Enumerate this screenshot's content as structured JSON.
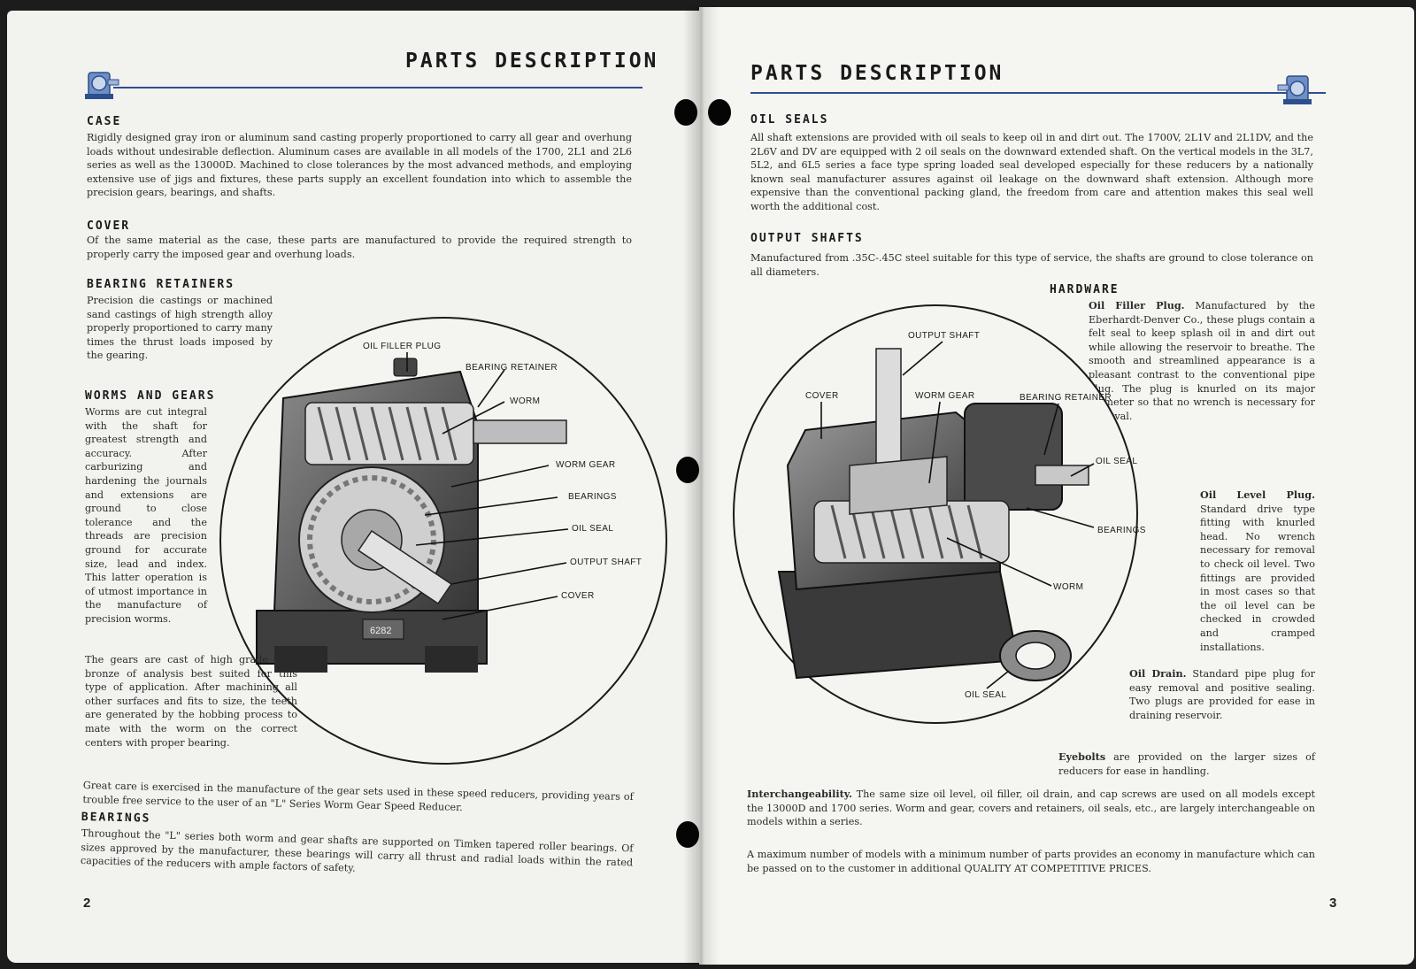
{
  "left_page": {
    "heading": "PARTS DESCRIPTION",
    "page_number": "2",
    "case": {
      "title": "CASE",
      "body": "Rigidly designed gray iron or aluminum sand casting properly proportioned to carry all gear and overhung loads without undesirable deflection. Aluminum cases are available in all models of the 1700, 2L1 and 2L6 series as well as the 13000D. Machined to close tolerances by the most advanced methods, and employing extensive use of jigs and fixtures, these parts supply an excellent foundation into which to assemble the precision gears, bearings, and shafts."
    },
    "cover": {
      "title": "COVER",
      "body": "Of the same material as the case, these parts are manufactured to provide the required strength to properly carry the imposed gear and overhung loads."
    },
    "bearing_retainers": {
      "title": "BEARING RETAINERS",
      "body": "Precision die castings or machined sand castings of high strength alloy properly proportioned to carry many times the thrust loads imposed by the gearing."
    },
    "worms_and_gears": {
      "title": "WORMS AND GEARS",
      "body1": "Worms are cut integral with the shaft for greatest strength and accuracy. After carburizing and hardening the journals and extensions are ground to close tolerance and the threads are precision ground for accurate size, lead and index. This latter operation is of utmost importance in the manufacture of precision worms.",
      "body2": "The gears are cast of high grade gear bronze of analysis best suited for this type of application. After machining all other surfaces and fits to size, the teeth are generated by the hobbing process to mate with the worm on the correct centers with proper bearing."
    },
    "great_care": "Great care is exercised in the manufacture of the gear sets used in these speed reducers, providing years of trouble free service to the user of an \"L\" Series Worm Gear Speed Reducer.",
    "bearings": {
      "title": "BEARINGS",
      "body": "Throughout the \"L\" series both worm and gear shafts are supported on Timken tapered roller bearings. Of sizes approved by the manufacturer, these bearings will carry all thrust and radial loads within the rated capacities of the reducers with ample factors of safety."
    },
    "diagram_labels": {
      "oil_filler_plug": "OIL FILLER PLUG",
      "bearing_retainer": "BEARING RETAINER",
      "worm": "WORM",
      "worm_gear": "WORM GEAR",
      "bearings": "BEARINGS",
      "oil_seal": "OIL SEAL",
      "output_shaft": "OUTPUT SHAFT",
      "cover": "COVER",
      "casting_number": "6282"
    }
  },
  "right_page": {
    "heading": "PARTS DESCRIPTION",
    "page_number": "3",
    "oil_seals": {
      "title": "OIL SEALS",
      "body": "All shaft extensions are provided with oil seals to keep oil in and dirt out. The 1700V, 2L1V and 2L1DV, and the 2L6V and DV are equipped with 2 oil seals on the downward extended shaft. On the vertical models in the 3L7, 5L2, and 6L5 series a face type spring loaded seal developed especially for these reducers by a nationally known seal manufacturer assures against oil leakage on the downward shaft extension. Although more expensive than the conventional packing gland, the freedom from care and attention makes this seal well worth the additional cost."
    },
    "output_shafts": {
      "title": "OUTPUT SHAFTS",
      "body": "Manufactured from .35C-.45C steel suitable for this type of service, the shafts are ground to close tolerance on all diameters."
    },
    "hardware": {
      "title": "HARDWARE",
      "oil_filler_plug_title": "Oil Filler Plug.",
      "oil_filler_plug_body": "Manufactured by the Eberhardt-Denver Co., these plugs contain a felt seal to keep splash oil in and dirt out while allowing the reservoir to breathe. The smooth and streamlined appearance is a pleasant contrast to the conventional pipe plug. The plug is knurled on its major diameter so that no wrench is necessary for removal.",
      "oil_level_plug_title": "Oil Level Plug.",
      "oil_level_plug_body": "Standard drive type fitting with knurled head. No wrench necessary for removal to check oil level. Two fittings are provided in most cases so that the oil level can be checked in crowded and cramped installations.",
      "oil_drain_title": "Oil Drain.",
      "oil_drain_body": "Standard pipe plug for easy removal and positive sealing. Two plugs are provided for ease in draining reservoir.",
      "eyebolts_title": "Eyebolts",
      "eyebolts_body": "are provided on the larger sizes of reducers for ease in handling."
    },
    "interchangeability_title": "Interchangeability.",
    "interchangeability_body": "The same size oil level, oil filler, oil drain, and cap screws are used on all models except the 13000D and 1700 series. Worm and gear, covers and retainers, oil seals, etc., are largely interchangeable on models within a series.",
    "closing": "A maximum number of models with a minimum number of parts provides an economy in manufacture which can be passed on to the customer in additional QUALITY AT COMPETITIVE PRICES.",
    "diagram_labels": {
      "output_shaft": "OUTPUT SHAFT",
      "cover": "COVER",
      "worm_gear": "WORM GEAR",
      "bearing_retainer": "BEARING RETAINER",
      "oil_seal": "OIL SEAL",
      "bearings": "BEARINGS",
      "worm": "WORM",
      "oil_seal_bottom": "OIL SEAL"
    }
  },
  "colors": {
    "rule_blue": "#2b4f8f",
    "paper": "#f2f2ee",
    "ink": "#1a1a1a"
  },
  "icons": [
    "gear-reducer-icon",
    "gear-reducer-icon-right"
  ]
}
